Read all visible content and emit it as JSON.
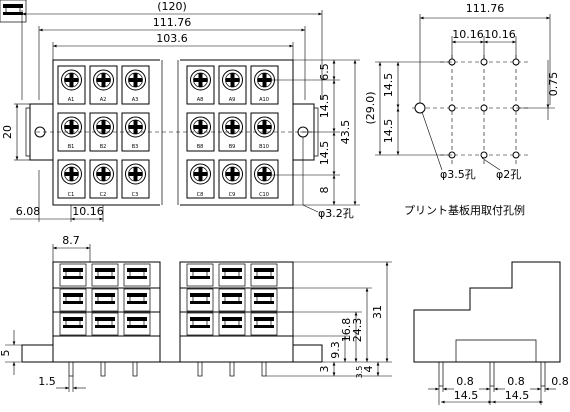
{
  "front_view": {
    "dims": {
      "overall": "(120)",
      "pitch_span": "111.76",
      "body_width": "103.6",
      "left_offset": "6.08",
      "col_pitch": "10.16",
      "height": "20",
      "row1": "6.5",
      "row2": "14.5",
      "row3": "14.5",
      "bottom": "8",
      "total_height": "43.5",
      "mount_hole": "φ3.2孔"
    },
    "terminals": {
      "left": [
        "A1",
        "A2",
        "A3",
        "B1",
        "B2",
        "B3",
        "C1",
        "C2",
        "C3"
      ],
      "right": [
        "A8",
        "A9",
        "A10",
        "B8",
        "B9",
        "B10",
        "C8",
        "C9",
        "C10"
      ]
    }
  },
  "pcb_layout": {
    "dims": {
      "pitch_span": "111.76",
      "pitch_a": "10.16",
      "pitch_b": "10.16",
      "row_top": "14.5",
      "row_bottom": "14.5",
      "total": "(29.0)",
      "offset": "0.75"
    },
    "hole_large": "φ3.5孔",
    "hole_small": "φ2孔",
    "caption": "プリント基板用取付孔例"
  },
  "side_view": {
    "dims": {
      "pitch": "8.7",
      "height_16_8": "16.8",
      "height_24_3": "24.3",
      "height_31": "31",
      "height_9_3": "9.3",
      "height_3_5": "3.5",
      "height_3": "3",
      "height_4": "4",
      "height_5": "5",
      "pin": "1.5"
    }
  },
  "end_view": {
    "dims": {
      "pin_a": "0.8",
      "pin_b": "0.8",
      "pin_c": "0.8",
      "pitch_a": "14.5",
      "pitch_b": "14.5"
    }
  }
}
